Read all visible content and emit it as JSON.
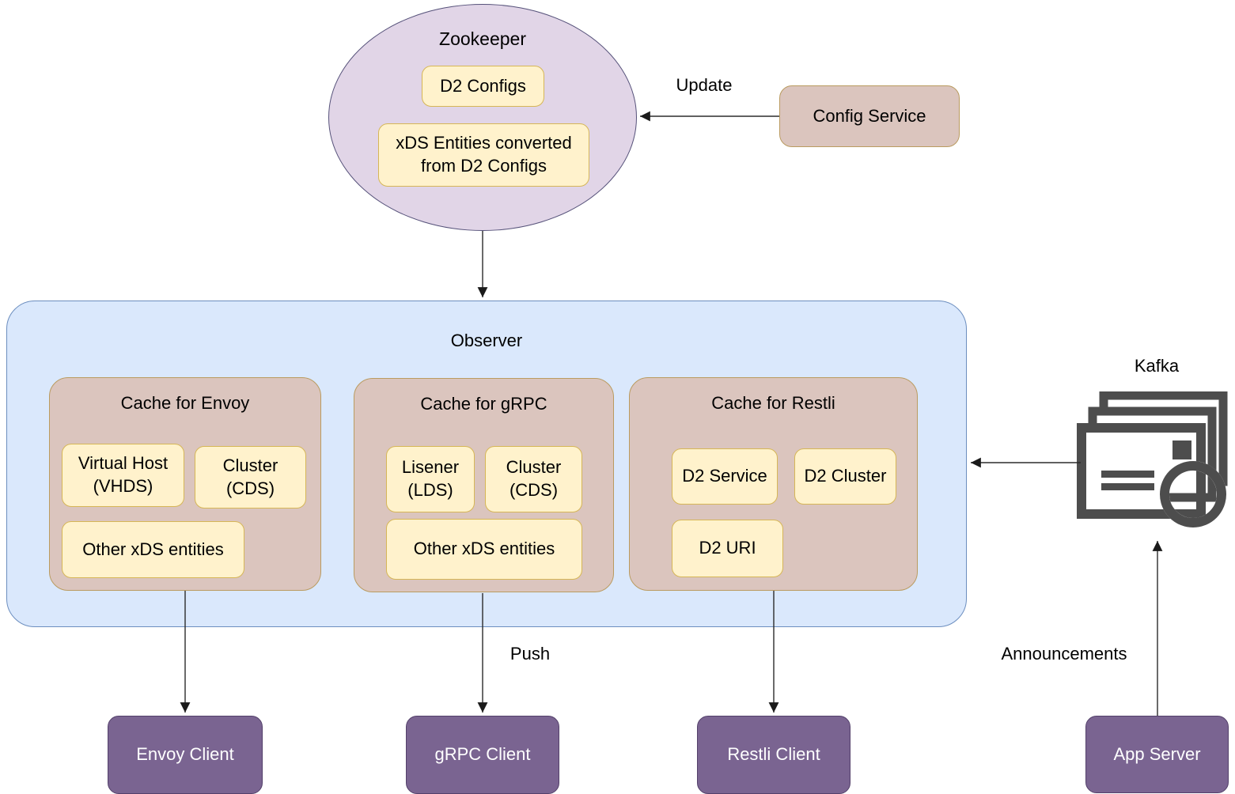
{
  "zookeeper": {
    "title": "Zookeeper",
    "d2_configs": "D2 Configs",
    "xds_entities": "xDS Entities converted from D2 Configs"
  },
  "config_service": {
    "label": "Config Service"
  },
  "observer": {
    "title": "Observer",
    "caches": [
      {
        "title": "Cache for Envoy",
        "items": [
          "Virtual Host (VHDS)",
          "Cluster (CDS)",
          "Other xDS entities"
        ]
      },
      {
        "title": "Cache for gRPC",
        "items": [
          "Lisener (LDS)",
          "Cluster (CDS)",
          "Other xDS entities"
        ]
      },
      {
        "title": "Cache for Restli",
        "items": [
          "D2 Service",
          "D2 Cluster",
          "D2 URI"
        ]
      }
    ]
  },
  "kafka": {
    "label": "Kafka",
    "icon": "message-queue-icon"
  },
  "clients": {
    "envoy": "Envoy Client",
    "grpc": "gRPC Client",
    "restli": "Restli Client",
    "app_server": "App Server"
  },
  "edge_labels": {
    "update": "Update",
    "push": "Push",
    "announcements": "Announcements"
  },
  "colors": {
    "lavender": "#E1D5E7",
    "light_yellow": "#FFF2CC",
    "yellow_border": "#D6B656",
    "tan": "#DBC5BE",
    "tan_border": "#BA9B60",
    "light_blue": "#DAE8FC",
    "blue_border": "#6C8EBF",
    "purple": "#7A6491",
    "purple_border": "#53406A",
    "icon_gray": "#4D4D4D"
  }
}
